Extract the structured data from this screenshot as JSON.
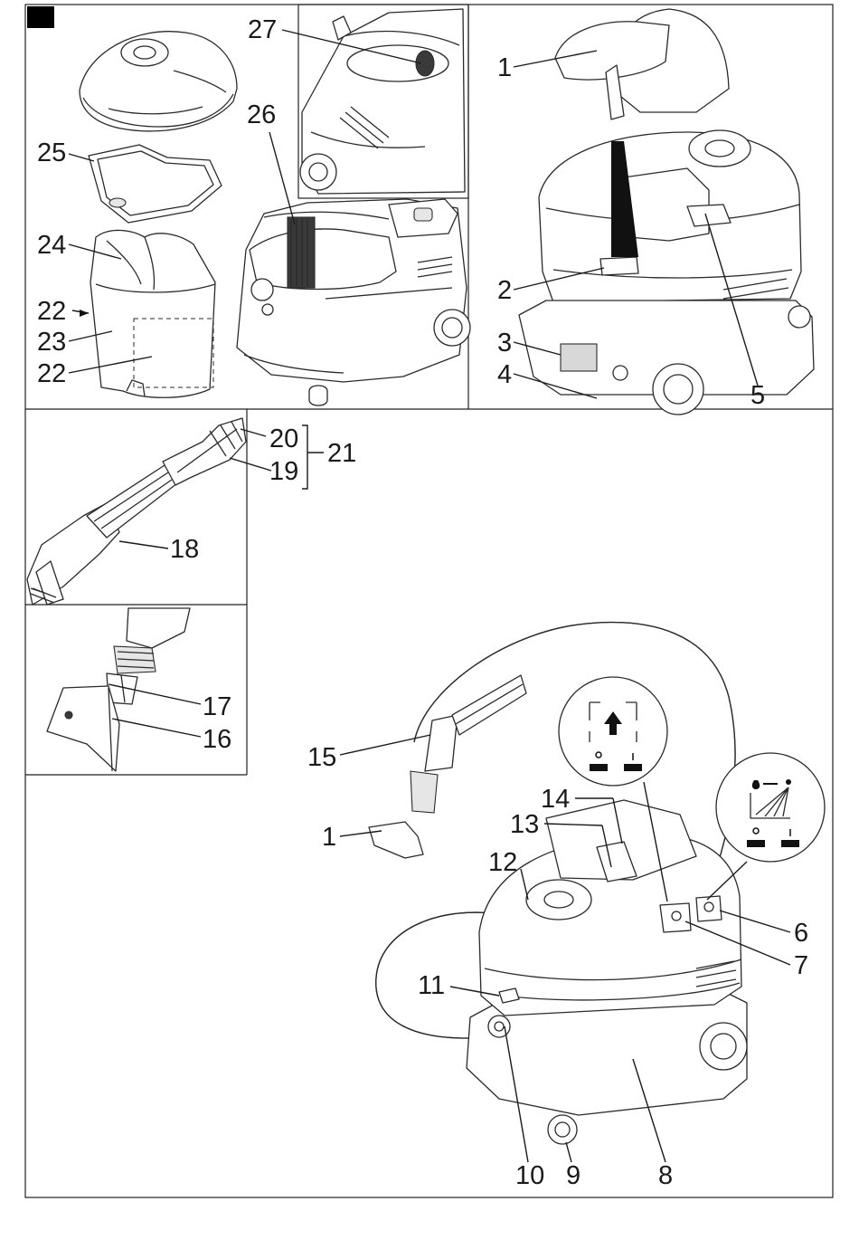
{
  "figure_labels": {
    "l1a": "1",
    "l2": "2",
    "l3": "3",
    "l4": "4",
    "l5": "5",
    "l6": "6",
    "l7": "7",
    "l8": "8",
    "l9": "9",
    "l10": "10",
    "l11": "11",
    "l12": "12",
    "l13": "13",
    "l14": "14",
    "l15": "15",
    "l1b": "1",
    "l16": "16",
    "l17": "17",
    "l18": "18",
    "l19": "19",
    "l20": "20",
    "l21": "21",
    "l22a": "22",
    "l22b": "22",
    "l23": "23",
    "l24": "24",
    "l25": "25",
    "l26": "26",
    "l27": "27"
  },
  "icons": [
    "suction-symbol-icon",
    "spray-symbol-icon",
    "switch-on-off-icon"
  ]
}
